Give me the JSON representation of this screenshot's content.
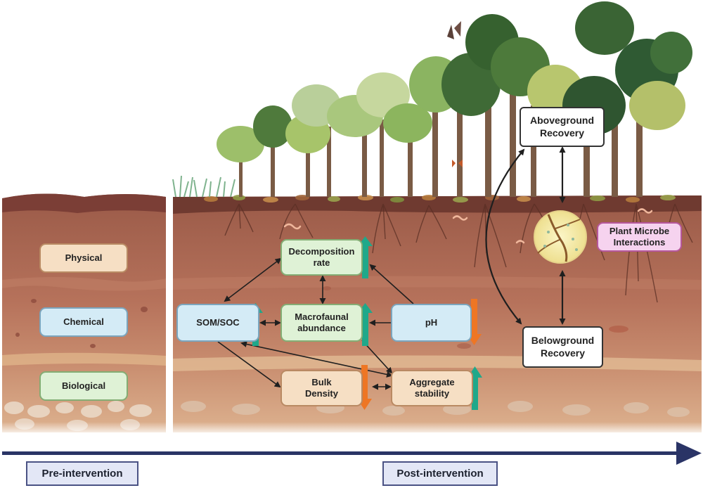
{
  "legend": {
    "physical": "Physical",
    "chemical": "Chemical",
    "biological": "Biological"
  },
  "nodes": {
    "decomposition_rate": "Decomposition\nrate",
    "som_soc": "SOM/SOC",
    "macrofaunal_abundance": "Macrofaunal\nabundance",
    "ph": "pH",
    "bulk_density": "Bulk\nDensity",
    "aggregate_stability": "Aggregate\nstability",
    "aboveground_recovery": "Aboveground\nRecovery",
    "belowground_recovery": "Belowground\nRecovery",
    "plant_microbe_interactions": "Plant Microbe\nInteractions"
  },
  "trends": {
    "decomposition_rate": "up",
    "som_soc": "up",
    "macrofaunal_abundance": "up",
    "ph": "down",
    "bulk_density": "down",
    "aggregate_stability": "up"
  },
  "timeline": {
    "pre": "Pre-intervention",
    "post": "Post-intervention"
  },
  "colors": {
    "increase_arrow": "#1fa88a",
    "decrease_arrow": "#ee7624",
    "timeline_arrow": "#2a3466",
    "physical": "#f6dfc4",
    "chemical": "#d4ebf6",
    "biological": "#dff2d6",
    "interaction": "#f6d3ef"
  }
}
